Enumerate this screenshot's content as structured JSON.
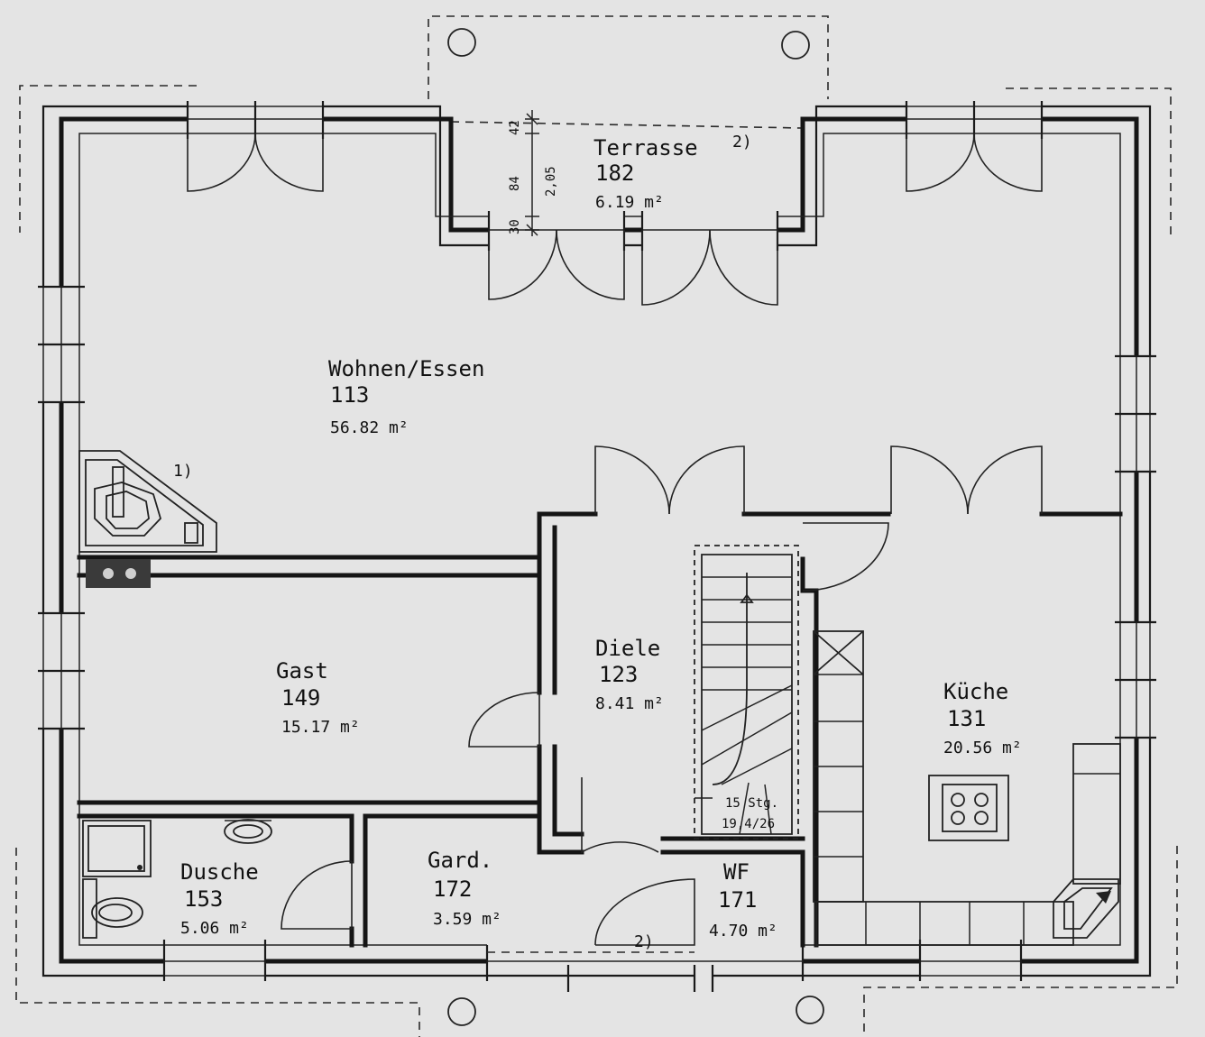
{
  "rooms": {
    "wohnen": {
      "name": "Wohnen/Essen",
      "number": "113",
      "area": "56.82 m²"
    },
    "terrasse": {
      "name": "Terrasse",
      "number": "182",
      "area": "6.19 m²"
    },
    "gast": {
      "name": "Gast",
      "number": "149",
      "area": "15.17 m²"
    },
    "diele": {
      "name": "Diele",
      "number": "123",
      "area": "8.41 m²"
    },
    "kueche": {
      "name": "Küche",
      "number": "131",
      "area": "20.56 m²"
    },
    "dusche": {
      "name": "Dusche",
      "number": "153",
      "area": "5.06 m²"
    },
    "gard": {
      "name": "Gard.",
      "number": "172",
      "area": "3.59 m²"
    },
    "wf": {
      "name": "WF",
      "number": "171",
      "area": "4.70 m²"
    }
  },
  "notes": {
    "fireplace": "1)",
    "terrace": "2)",
    "entrance": "2)"
  },
  "dimensions": {
    "d42": "42",
    "d84": "84",
    "d30": "30",
    "d205": "2,05"
  },
  "stairs": {
    "steps": "15 Stg.",
    "ratio": "19,4/26"
  }
}
